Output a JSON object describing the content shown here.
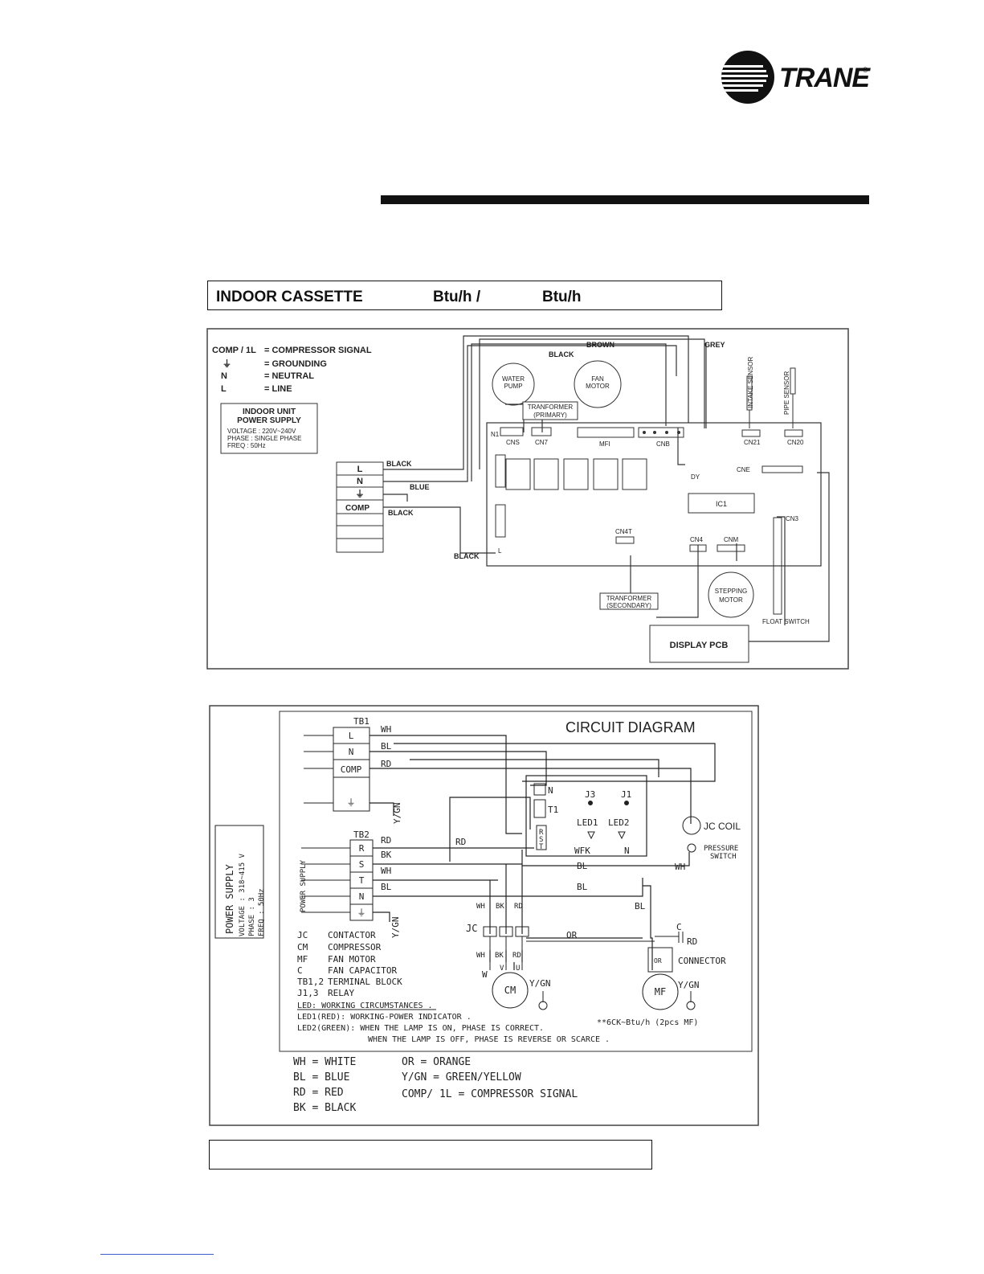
{
  "brand": {
    "name": "TRANE",
    "registered": "®"
  },
  "header": {
    "model_label": "INDOOR CASSETTE",
    "unit1": "Btu/h /",
    "unit2": "Btu/h"
  },
  "wiring": {
    "legend": [
      {
        "key": "COMP / 1L",
        "value": "= COMPRESSOR SIGNAL"
      },
      {
        "key": "⏚",
        "value": "= GROUNDING"
      },
      {
        "key": "N",
        "value": "= NEUTRAL"
      },
      {
        "key": "L",
        "value": "= LINE"
      }
    ],
    "power_supply": {
      "title1": "INDOOR UNIT",
      "title2": "POWER SUPPLY",
      "voltage": "VOLTAGE : 220V~240V",
      "phase": "PHASE : SINGLE PHASE",
      "freq": "FREQ : 50Hz"
    },
    "terminal": [
      "L",
      "N",
      "⏚",
      "COMP"
    ],
    "wires": {
      "black": "BLACK",
      "blue": "BLUE",
      "brown": "BROWN",
      "grey": "GREY"
    },
    "components": {
      "water_pump": [
        "WATER",
        "PUMP"
      ],
      "fan_motor": [
        "FAN",
        "MOTOR"
      ],
      "transformer_primary": [
        "TRANFORMER",
        "(PRIMARY)"
      ],
      "transformer_secondary": [
        "TRANFORMER",
        "(SECONDARY)"
      ],
      "intake_sensor": "INTAKE SENSOR",
      "pipe_sensor": "PIPE SENSOR",
      "stepping_motor": [
        "STEPPING",
        "MOTOR"
      ],
      "float_switch": "FLOAT SWITCH",
      "display_pcb": "DISPLAY PCB",
      "ic1": "IC1"
    },
    "connectors": {
      "n1": "N1",
      "cns": "CNS",
      "cn7": "CN7",
      "mfi": "MFI",
      "cnb": "CNB",
      "cn21": "CN21",
      "cn20": "CN20",
      "dy": "DY",
      "cne": "CNE",
      "cn3": "CN3",
      "cn4t": "CN4T",
      "cn4": "CN4",
      "cnm": "CNM",
      "l": "L"
    }
  },
  "circuit": {
    "title": "CIRCUIT DIAGRAM",
    "tb1": {
      "label": "TB1",
      "terms": [
        "L",
        "N",
        "COMP",
        "⏚"
      ],
      "wires": [
        "WH",
        "BL",
        "RD",
        "Y/GN"
      ]
    },
    "tb2": {
      "label": "TB2",
      "terms": [
        "R",
        "S",
        "T",
        "N",
        "⏚"
      ],
      "wires": [
        "RD",
        "BK",
        "WH",
        "BL",
        "Y/GN"
      ]
    },
    "power_supply": {
      "title": "POWER SUPPLY",
      "voltage": "VOLTAGE : 318~415 V",
      "phase": "PHASE   :   3",
      "freq": "FREQ    : 50Hz",
      "side_label": "POWER SUPPLY"
    },
    "relay_board": {
      "n": "N",
      "t1": "T1",
      "j3": "J3",
      "j1": "J1",
      "led1": "LED1",
      "led2": "LED2",
      "r": "R",
      "s": "S",
      "t": "T",
      "wfk": "WFK",
      "nn": "N"
    },
    "labels": {
      "jc_coil": "JC COIL",
      "pressure_switch": [
        "PRESSURE",
        "SWITCH"
      ],
      "jc": "JC",
      "c": "C",
      "rd": "RD",
      "or": "OR",
      "connector": "CONNECTOR",
      "cm": "CM",
      "mf": "MF",
      "ygn": "Y/GN",
      "w": "W",
      "v": "V",
      "u": "U",
      "wire_rd": "RD",
      "wire_bl": "BL",
      "wire_wh": "WH",
      "wire_bk": "BK",
      "note": "**6CK~Btu/h (2pcs MF)"
    },
    "abbreviations": [
      {
        "code": "JC",
        "desc": "CONTACTOR"
      },
      {
        "code": "CM",
        "desc": "COMPRESSOR"
      },
      {
        "code": "MF",
        "desc": "FAN MOTOR"
      },
      {
        "code": "C",
        "desc": "FAN CAPACITOR"
      },
      {
        "code": "TB1,2",
        "desc": "TERMINAL BLOCK"
      },
      {
        "code": "J1,3",
        "desc": "RELAY"
      }
    ],
    "led_notes": [
      "LED: WORKING CIRCUMSTANCES .",
      "LED1(RED): WORKING-POWER INDICATOR .",
      "LED2(GREEN): WHEN THE LAMP IS ON, PHASE IS CORRECT.",
      "WHEN THE LAMP IS OFF, PHASE IS REVERSE OR SCARCE ."
    ],
    "color_legend_left": [
      "WH  =  WHITE",
      "BL  =  BLUE",
      "RD  =  RED",
      "BK  =  BLACK"
    ],
    "color_legend_right": [
      "OR  =  ORANGE",
      "Y/GN  =  GREEN/YELLOW",
      "COMP/ 1L  =  COMPRESSOR SIGNAL"
    ]
  }
}
